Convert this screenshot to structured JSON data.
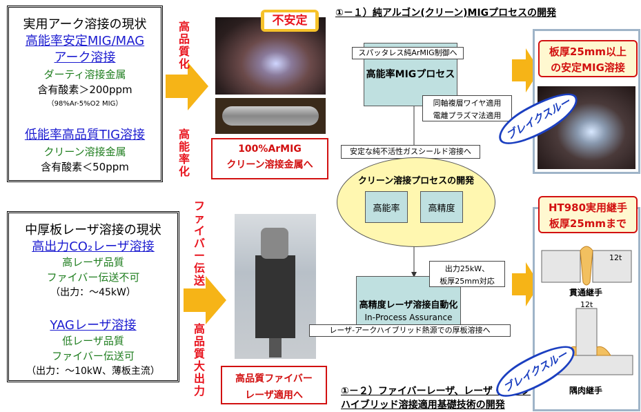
{
  "top_left_box": {
    "title": "実用アーク溶接の現状",
    "mig_line1": "高能率安定MIG/MAG",
    "mig_line2": "アーク溶接",
    "mig_metal": "ダーティ溶接金属",
    "mig_oxygen": "含有酸素＞200ppm",
    "mig_note": "（98%Ar-5%O2 MIG）",
    "tig_title": "低能率高品質TIG溶接",
    "tig_metal": "クリーン溶接金属",
    "tig_oxygen": "含有酸素＜50ppm"
  },
  "top_arrow_labels": {
    "upper": "高品質化",
    "lower": "高能率化"
  },
  "unstable_label": "不安定",
  "arc_result_box": {
    "line1": "100%ArMIG",
    "line2": "クリーン溶接金属へ"
  },
  "bottom_left_box": {
    "title": "中厚板レーザ溶接の現状",
    "co2_title": "高出力CO₂レーザ溶接",
    "co2_quality": "高レーザ品質",
    "co2_fiber": "ファイバー伝送不可",
    "co2_power": "（出力：～45kW）",
    "yag_title": "YAGレーザ溶接",
    "yag_quality": "低レーザ品質",
    "yag_fiber": "ファイバー伝送可",
    "yag_power": "（出力：～10kW、薄板主流）"
  },
  "bottom_arrow_labels": {
    "upper": "ファイバー伝送",
    "lower": "高品質大出力"
  },
  "laser_result_box": {
    "line1": "高品質ファイバー",
    "line2": "レーザ適用へ"
  },
  "heading_top": "①－１）純アルゴン(クリーン)MIGプロセスの開発",
  "heading_bottom_line1": "①－２）ファイバーレーザ、レーザ・アーク",
  "heading_bottom_line2": "ハイブリッド溶接適用基礎技術の開発",
  "mig_process": {
    "title": "高能率MIGプロセス",
    "top_note": "スパッタレス純ArMIG制御へ",
    "side_note_1": "同軸複層ワイヤ適用",
    "side_note_2": "電離プラズマ法適用"
  },
  "shield_note": "安定な純不活性ガスシールド溶接へ",
  "clean_process": {
    "title": "クリーン溶接プロセスの開発",
    "efficiency": "高能率",
    "precision": "高精度"
  },
  "laser_process": {
    "title": "高精度レーザ溶接自動化",
    "subtitle": "In-Process Assurance",
    "output_note_1": "出力25kW、",
    "output_note_2": "板厚25mm対応",
    "hybrid_note": "レーザ-アークハイブリッド熱源での厚板溶接へ"
  },
  "right_top_box": {
    "line1": "板厚25mm以上",
    "line2": "の安定MIG溶接"
  },
  "right_bottom_box": {
    "line1": "HT980実用継手",
    "line2": "板厚25mmまで"
  },
  "breakthrough": "ブレイクスルー",
  "joints": {
    "thickness_label": "12t",
    "butt": "貫通継手",
    "fillet": "隅肉継手"
  }
}
